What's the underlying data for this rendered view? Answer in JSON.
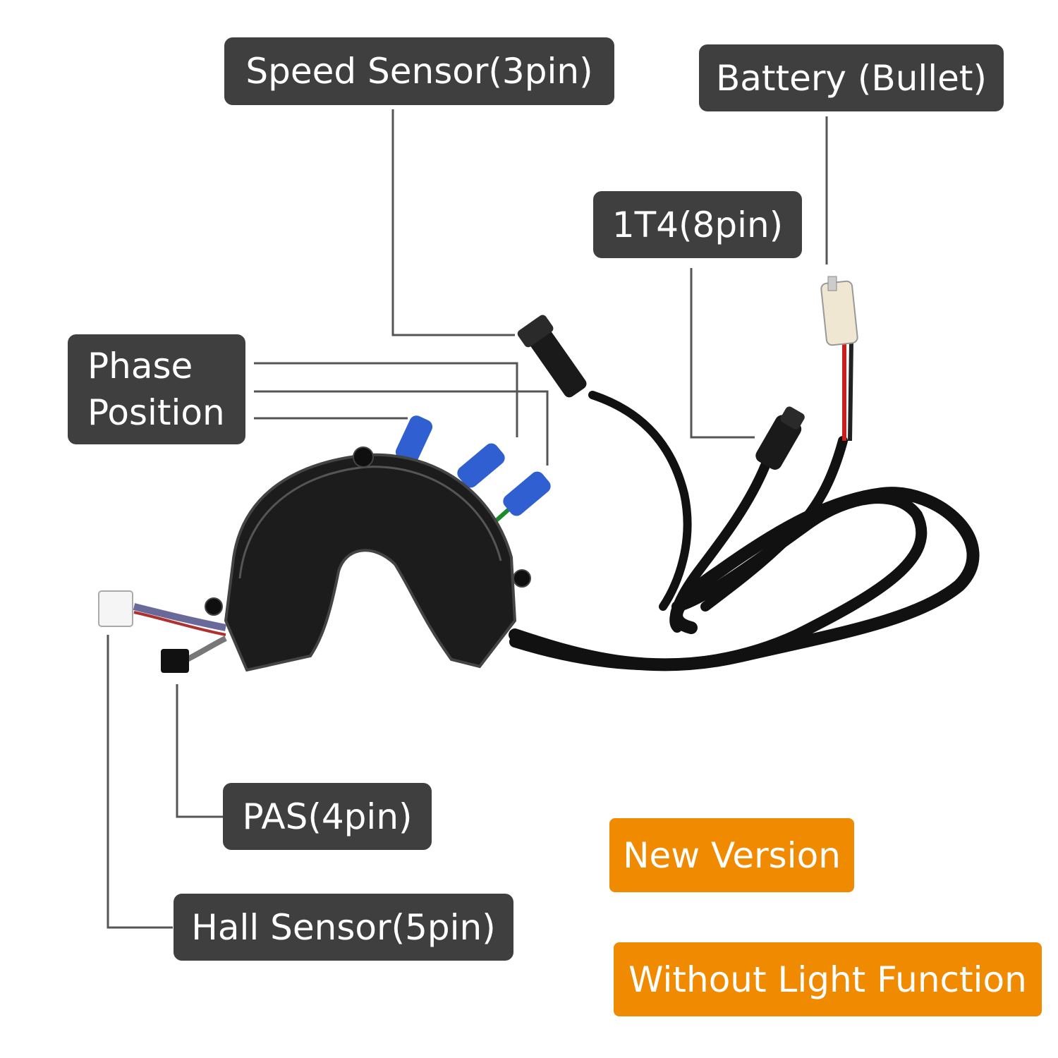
{
  "labels": {
    "speed_sensor": "Speed Sensor(3pin)",
    "battery": "Battery (Bullet)",
    "one_t_four": "1T4(8pin)",
    "phase_position_line1": "Phase",
    "phase_position_line2": "Position",
    "pas": "PAS(4pin)",
    "hall_sensor": "Hall Sensor(5pin)"
  },
  "badges": {
    "new_version": "New Version",
    "without_light": "Without Light Function"
  },
  "colors": {
    "label_bg": "#3f3f3f",
    "badge_bg": "#f08a00",
    "leader_line": "#555555",
    "controller_body": "#1c1c1c",
    "cable": "#111111",
    "phase_connector": "#2f5fd0",
    "battery_wire": "#c81e1e"
  }
}
